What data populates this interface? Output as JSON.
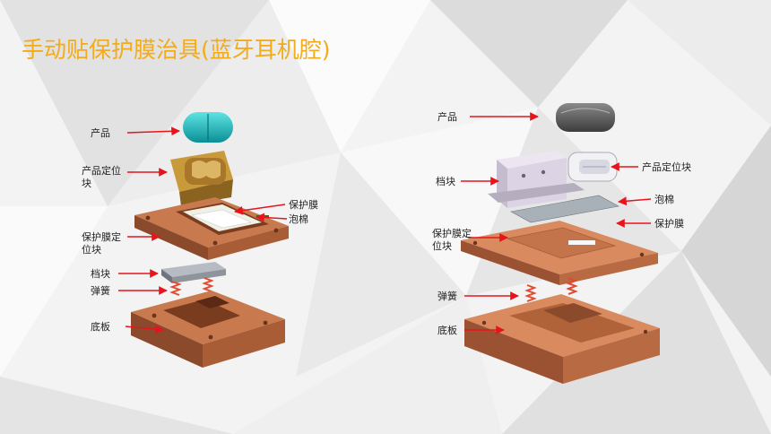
{
  "title": "手动贴保护膜治具(蓝牙耳机腔)",
  "colors": {
    "title": "#f3ab1a",
    "arrow": "#e8141c",
    "copper": "#c8794e",
    "copper_dark": "#9b5232"
  },
  "left_diagram": {
    "labels": {
      "product": "产品",
      "product_locator_l1": "产品定位",
      "product_locator_l2": "块",
      "protective_film": "保护膜",
      "foam": "泡棉",
      "film_locator_l1": "保护膜定",
      "film_locator_l2": "位块",
      "stop_block": "档块",
      "spring": "弹簧",
      "base_plate": "底板"
    }
  },
  "right_diagram": {
    "labels": {
      "product": "产品",
      "product_locator": "产品定位块",
      "stop_block": "档块",
      "foam": "泡棉",
      "protective_film": "保护膜",
      "film_locator_l1": "保护膜定",
      "film_locator_l2": "位块",
      "spring": "弹簧",
      "base_plate": "底板"
    }
  }
}
